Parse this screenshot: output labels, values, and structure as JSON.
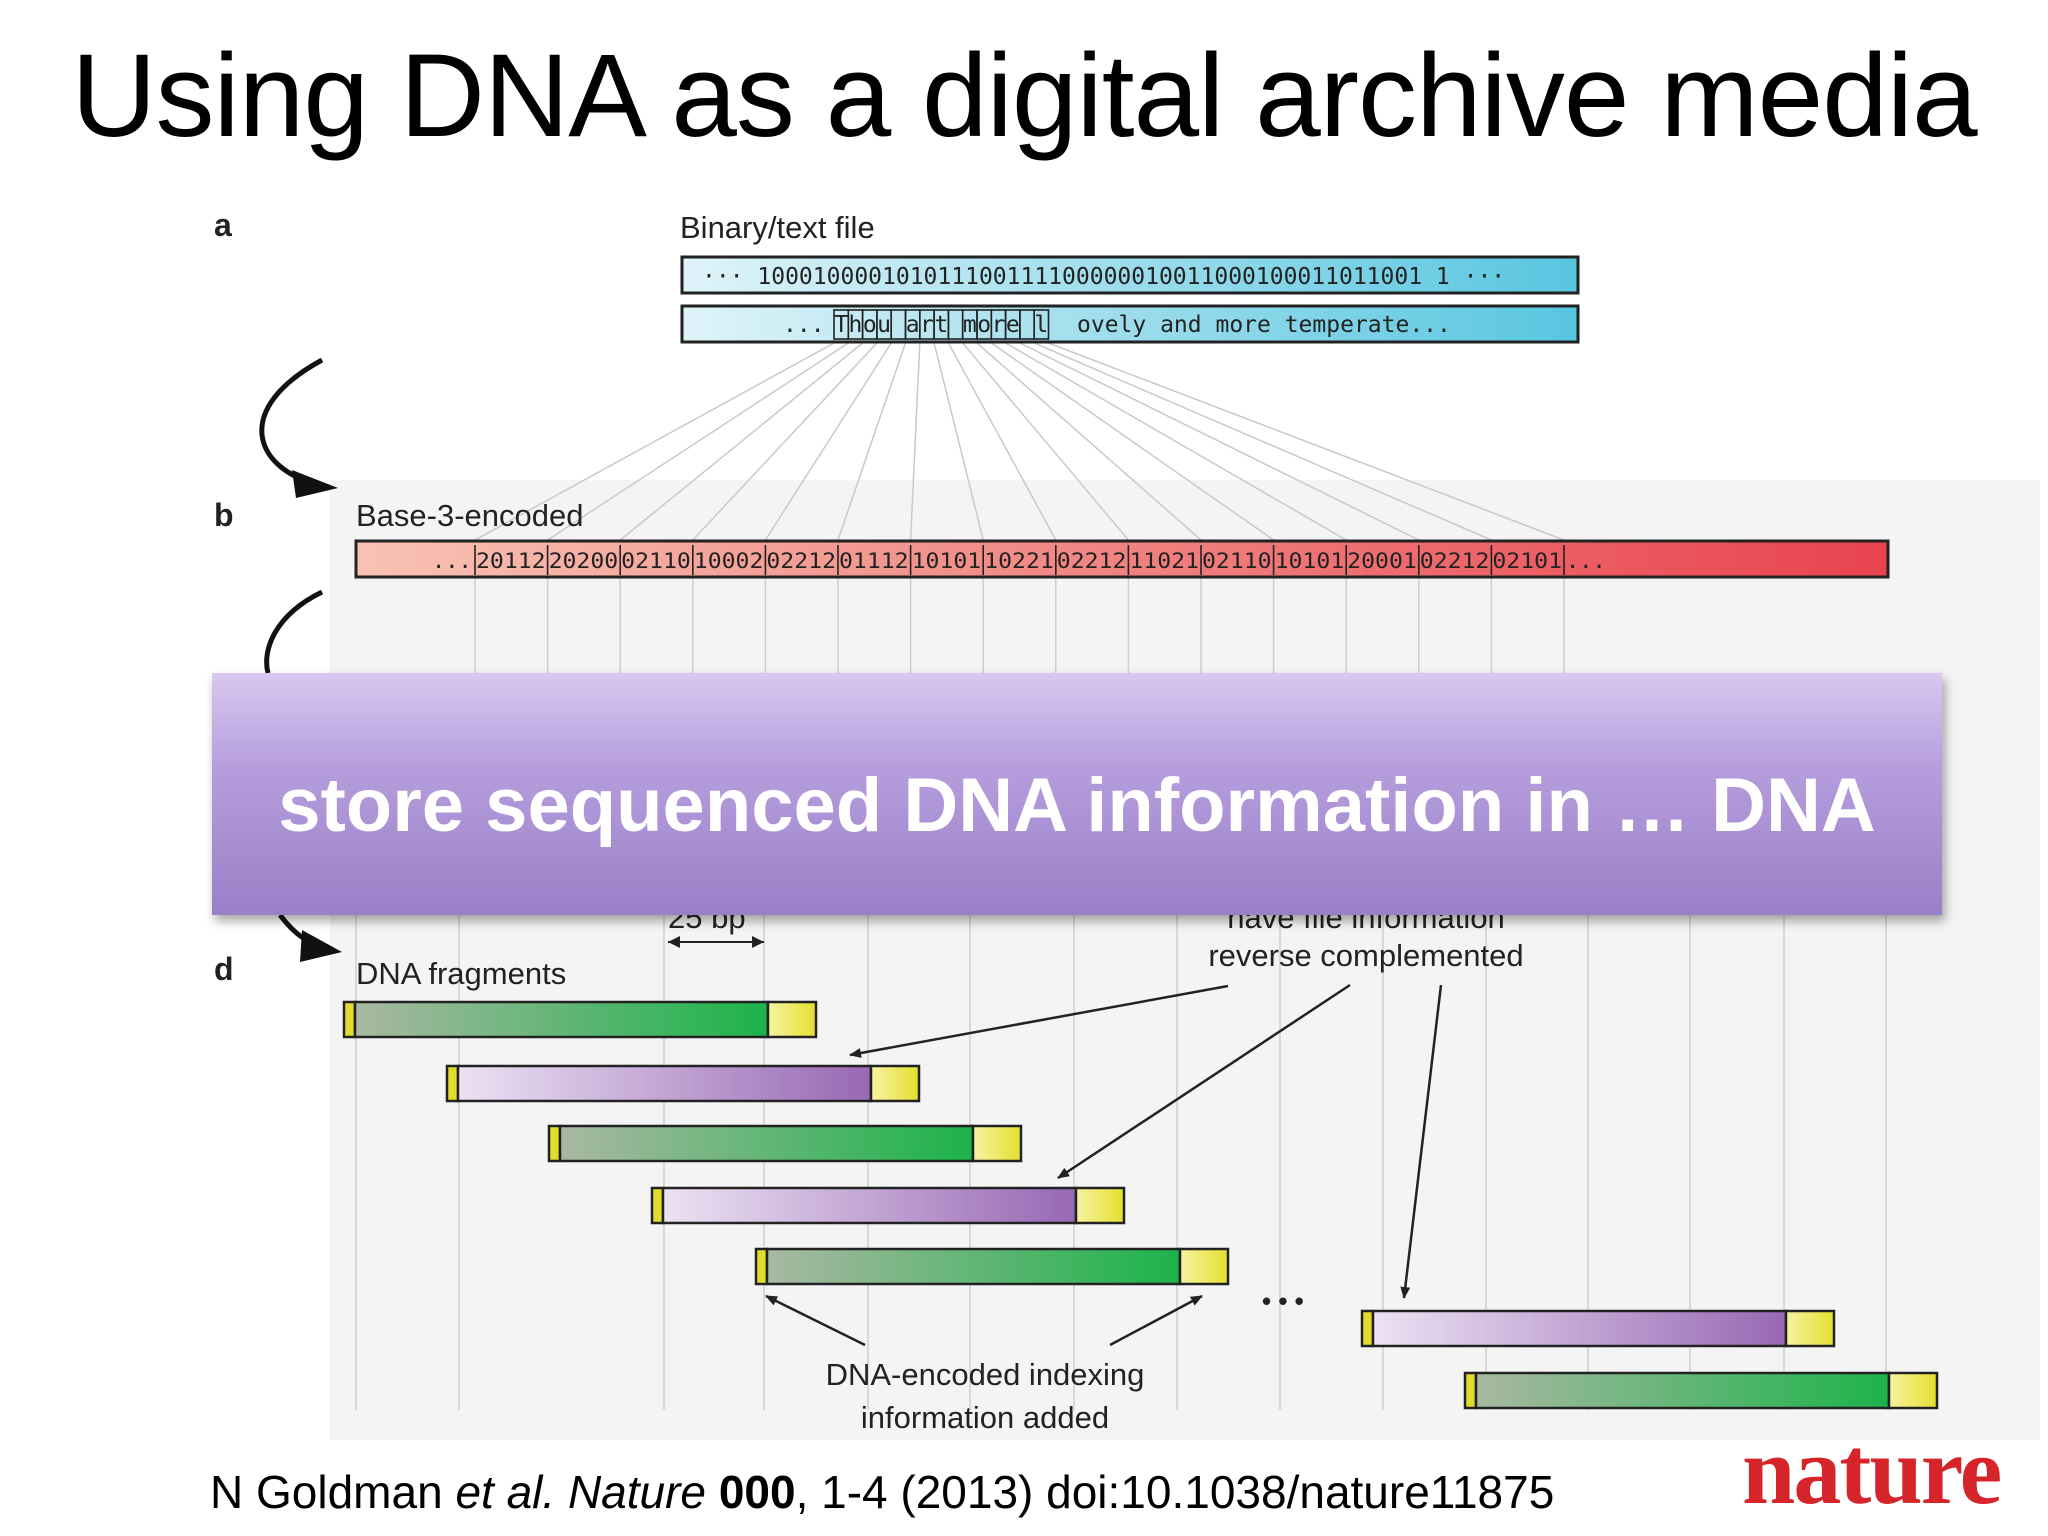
{
  "title": "Using DNA as a digital archive media",
  "panels": {
    "a": {
      "letter": "a",
      "label": "Binary/text file",
      "binary_row": "··· 100010000101011100111100000010011000100011011001 1 ···",
      "text_row_prefix": "...",
      "text_boxed_chars": [
        "T",
        "h",
        "o",
        "u",
        " ",
        "a",
        "r",
        "t",
        " ",
        "m",
        "o",
        "r",
        "e",
        " ",
        "l"
      ],
      "text_row_suffix": "ovely and more temperate..."
    },
    "b": {
      "letter": "b",
      "label": "Base-3-encoded",
      "prefix": "...",
      "groups": [
        "20112",
        "20200",
        "02110",
        "10002",
        "02212",
        "01112",
        "10101",
        "10221",
        "02212",
        "11021",
        "02110",
        "10101",
        "20001",
        "02212",
        "02101"
      ],
      "suffix": "..."
    },
    "c": {
      "scale_label": "25 bp",
      "callout_partial": "have file information"
    },
    "d": {
      "letter": "d",
      "label": "DNA fragments",
      "callout_reverse": "reverse complemented",
      "callout_index_line1": "DNA-encoded indexing",
      "callout_index_line2": "information added",
      "ellipsis": "• • •"
    }
  },
  "overlay_text": "store sequenced DNA information in … DNA",
  "citation": {
    "authors": "N Goldman ",
    "etal": "et al.",
    "journal": " Nature ",
    "volume": "000",
    "rest": ", 1-4 (2013) doi:10.1038/nature11875"
  },
  "logo": "nature",
  "colors": {
    "binary_box": "#6ccde3",
    "base3_start": "#f7b7a9",
    "base3_end": "#e8464f",
    "green_fragment": "#1db34a",
    "purple_fragment": "#9c72b8",
    "index_cap": "#e8e33a",
    "overlay": "#a88fd3",
    "nature_red": "#d5252b"
  }
}
